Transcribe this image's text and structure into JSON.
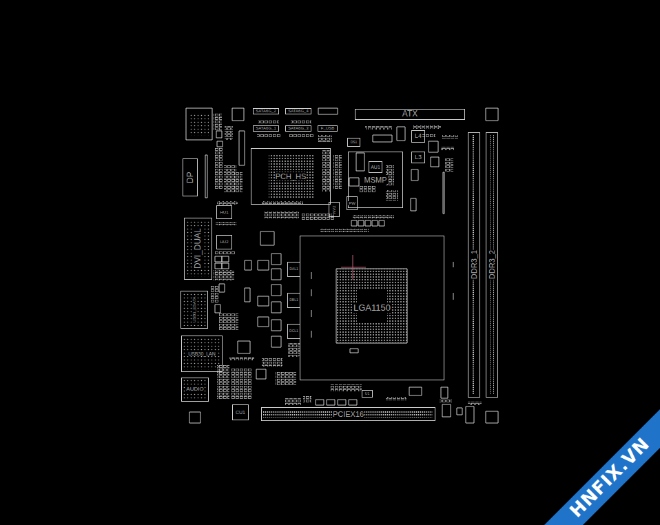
{
  "diagram": {
    "nodes": [
      {
        "text": [
          "ATX"
        ]
      },
      {
        "text": [
          "SATA6G_2"
        ]
      },
      {
        "text": [
          "SATA6G_4"
        ]
      },
      {
        "text": [
          "SATA6G_1"
        ]
      },
      {
        "text": [
          "SATA6G_3"
        ]
      },
      {
        "text": [
          "F_USB"
        ]
      },
      {
        "text": [
          "L4"
        ]
      },
      {
        "text": [
          "DS1"
        ]
      },
      {
        "text": [
          "PCH_HS"
        ]
      },
      {
        "text": [
          "MSMP"
        ]
      },
      {
        "text": [
          "AU1"
        ],
        "in": 9
      },
      {
        "text": [
          "L3"
        ]
      },
      {
        "text": [
          "DP"
        ]
      },
      {
        "text": [
          "PW"
        ]
      },
      {
        "text": [
          "NV2"
        ]
      },
      {
        "text": [
          "HU1"
        ]
      },
      {
        "text": [
          "DVI_DUAL"
        ]
      },
      {
        "text": [
          "HU2"
        ]
      },
      {
        "text": [
          "LGA1150"
        ]
      },
      {
        "text": [
          "DDR3_1"
        ]
      },
      {
        "text": [
          "DDR3_2"
        ]
      },
      {
        "text": [
          "DAL1"
        ]
      },
      {
        "text": [
          "DBL1"
        ]
      },
      {
        "text": [
          "USB3_ESATA"
        ]
      },
      {
        "text": [
          "DCL1"
        ]
      },
      {
        "text": [
          "USB30_LAN"
        ]
      },
      {
        "text": [
          "AUDIO"
        ]
      },
      {
        "text": [
          "U1"
        ]
      },
      {
        "text": [
          "CU1"
        ]
      },
      {
        "text": [
          "PCIEX16"
        ]
      }
    ],
    "labels": [
      "HNFIX.VN"
    ]
  }
}
